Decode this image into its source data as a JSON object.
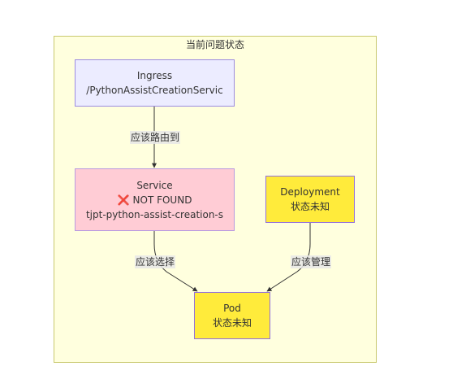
{
  "cluster": {
    "title": "当前问题状态"
  },
  "nodes": {
    "ingress": {
      "line1": "Ingress",
      "line2": "/PythonAssistCreationServic"
    },
    "service": {
      "line1": "Service",
      "cross": "❌",
      "line2": "NOT FOUND",
      "line3": "tjpt-python-assist-creation-s"
    },
    "deployment": {
      "line1": "Deployment",
      "line2": "状态未知"
    },
    "pod": {
      "line1": "Pod",
      "line2": "状态未知"
    }
  },
  "edges": {
    "ingress_to_service": "应该路由到",
    "service_to_pod": "应该选择",
    "deployment_to_pod": "应该管理"
  },
  "colors": {
    "cluster_bg": "#ffffde",
    "ingress_bg": "#ececff",
    "service_bg": "#ffccd5",
    "status_bg": "#ffeb3b",
    "cross": "#e8284e"
  }
}
